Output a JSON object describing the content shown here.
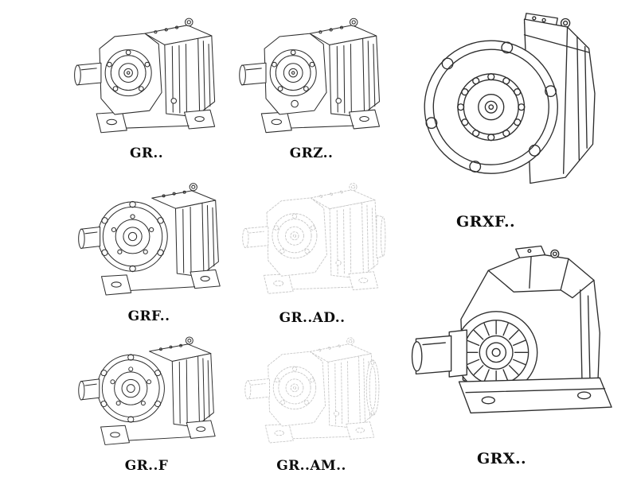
{
  "page": {
    "background": "#ffffff"
  },
  "colors": {
    "line": "#2e2e2e",
    "ghost_line": "#c7c7c7",
    "label_text": "#0d0d0d"
  },
  "items": {
    "gr": {
      "label": "GR.."
    },
    "grz": {
      "label": "GRZ.."
    },
    "grxf": {
      "label": "GRXF.."
    },
    "grf": {
      "label": "GRF.."
    },
    "gr_ad": {
      "label": "GR..AD.."
    },
    "gr_f": {
      "label": "GR..F"
    },
    "gr_am": {
      "label": "GR..AM.."
    },
    "grx": {
      "label": "GRX.."
    }
  }
}
